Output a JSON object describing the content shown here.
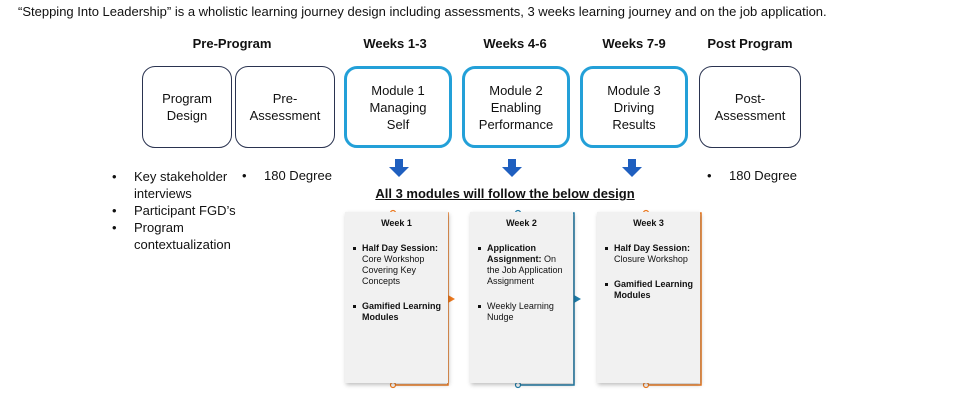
{
  "intro": "“Stepping Into Leadership” is a wholistic learning journey design including assessments, 3 weeks learning journey and on the job application.",
  "phases": [
    "Pre-Program",
    "Weeks 1-3",
    "Weeks 4-6",
    "Weeks 7-9",
    "Post Program"
  ],
  "boxes": [
    {
      "text": "Program\nDesign"
    },
    {
      "text": "Pre-\nAssessment"
    },
    {
      "text": "Module 1\nManaging\nSelf"
    },
    {
      "text": "Module 2\nEnabling\nPerformance"
    },
    {
      "text": "Module 3\nDriving\nResults"
    },
    {
      "text": "Post-\nAssessment"
    }
  ],
  "bullets_pre_design": [
    "Key stakeholder interviews",
    "Participant FGD’s",
    "Program contextualization"
  ],
  "bullets_pre_assessment": [
    "180 Degree"
  ],
  "bullets_post_assessment": [
    "180 Degree"
  ],
  "design_title": "All 3 modules will follow the below design",
  "weeks": [
    {
      "label": "Week 1",
      "items": [
        {
          "bold": "Half Day Session:",
          "text": " Core Workshop Covering Key Concepts"
        },
        {
          "bold": "Gamified Learning Modules",
          "text": ""
        }
      ]
    },
    {
      "label": "Week 2",
      "items": [
        {
          "bold": "Application Assignment:",
          "text": " On the Job Application Assignment"
        },
        {
          "bold": "",
          "text": "Weekly Learning Nudge"
        }
      ]
    },
    {
      "label": "Week 3",
      "items": [
        {
          "bold": "Half Day Session:",
          "text": " Closure Workshop"
        },
        {
          "bold": "Gamified Learning Modules",
          "text": ""
        }
      ]
    }
  ],
  "colors": {
    "module_border": "#23a0d8",
    "box_border": "#2a3350",
    "arrow": "#1f5fbf",
    "week1_connector": "#ee7a1f",
    "week2_connector": "#1f7ca8",
    "week3_connector": "#ee7a1f"
  }
}
